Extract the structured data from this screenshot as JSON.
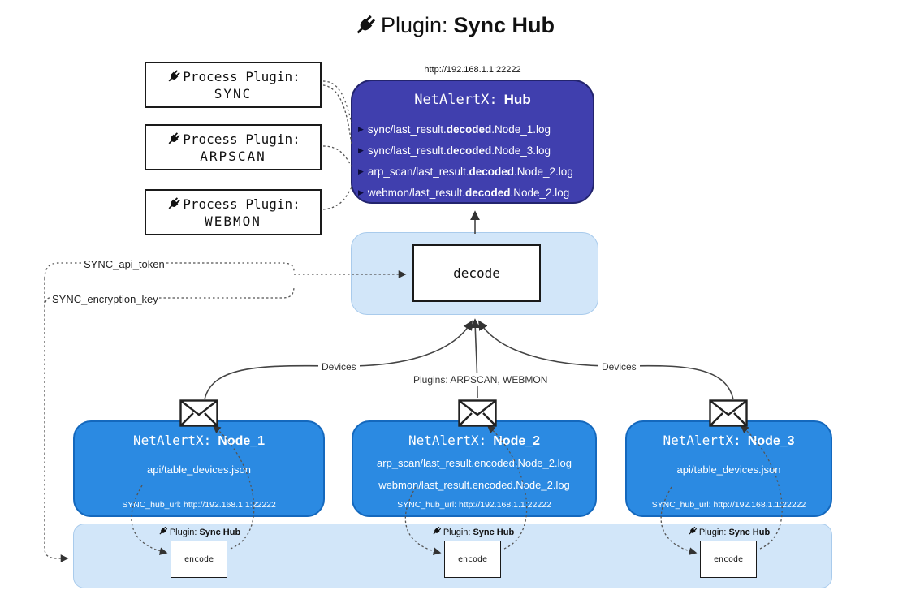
{
  "title": {
    "label": "Plugin:",
    "name": "Sync Hub"
  },
  "icons": {
    "log_arrow": "▶"
  },
  "process_plugins": [
    {
      "label": "Process Plugin:",
      "name": "SYNC"
    },
    {
      "label": "Process Plugin:",
      "name": "ARPSCAN"
    },
    {
      "label": "Process Plugin:",
      "name": "WEBMON"
    }
  ],
  "hub": {
    "url": "http://192.168.1.1:22222",
    "title_label": "NetAlertX:",
    "title_name": "Hub",
    "logs": [
      {
        "pre": "sync/last_result.",
        "bold": "decoded",
        "post": ".Node_1.log"
      },
      {
        "pre": "sync/last_result.",
        "bold": "decoded",
        "post": ".Node_3.log"
      },
      {
        "pre": "arp_scan/last_result.",
        "bold": "decoded",
        "post": ".Node_2.log"
      },
      {
        "pre": "webmon/last_result.",
        "bold": "decoded",
        "post": ".Node_2.log"
      }
    ]
  },
  "decode_label": "decode",
  "config_labels": {
    "api_token": "SYNC_api_token",
    "encryption_key": "SYNC_encryption_key"
  },
  "edge_labels": {
    "left": "Devices",
    "middle": "Plugins: ARPSCAN, WEBMON",
    "right": "Devices"
  },
  "nodes": [
    {
      "title_label": "NetAlertX:",
      "title_name": "Node_1",
      "files": [
        "api/table_devices.json"
      ],
      "hub_url": "SYNC_hub_url: http://192.168.1.1:22222"
    },
    {
      "title_label": "NetAlertX:",
      "title_name": "Node_2",
      "files": [
        "arp_scan/last_result.encoded.Node_2.log",
        "webmon/last_result.encoded.Node_2.log"
      ],
      "hub_url": "SYNC_hub_url: http://192.168.1.1:22222"
    },
    {
      "title_label": "NetAlertX:",
      "title_name": "Node_3",
      "files": [
        "api/table_devices.json"
      ],
      "hub_url": "SYNC_hub_url: http://192.168.1.1:22222"
    }
  ],
  "encode": {
    "plugin_label": "Plugin:",
    "plugin_name": "Sync Hub",
    "box_label": "encode"
  },
  "colors": {
    "hub_bg": "#403fae",
    "node_bg": "#2b8ae2",
    "panel_bg": "#d2e6f9",
    "box_border": "#1a1a1a"
  }
}
